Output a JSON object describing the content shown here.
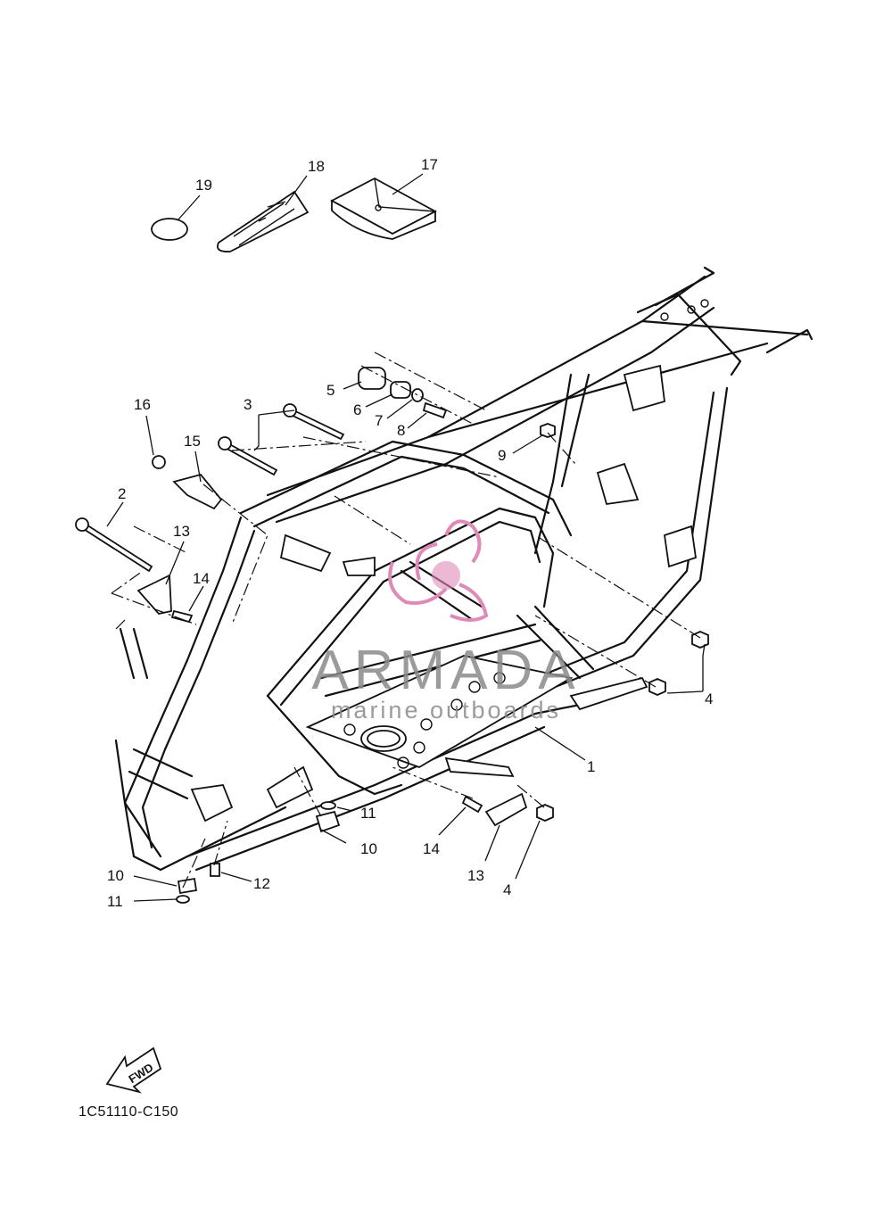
{
  "diagram_code": "1C51110-C150",
  "fwd_label": "FWD",
  "watermark": {
    "brand": "ARMADA",
    "tagline": "marine outboards",
    "pink": "#e08ab8",
    "grey": "#8a8a8a"
  },
  "callouts": [
    "1",
    "2",
    "3",
    "4",
    "4",
    "5",
    "6",
    "7",
    "8",
    "9",
    "10",
    "10",
    "11",
    "11",
    "12",
    "13",
    "13",
    "14",
    "14",
    "15",
    "16",
    "17",
    "18",
    "19"
  ],
  "colors": {
    "line": "#111111",
    "background": "#ffffff"
  }
}
